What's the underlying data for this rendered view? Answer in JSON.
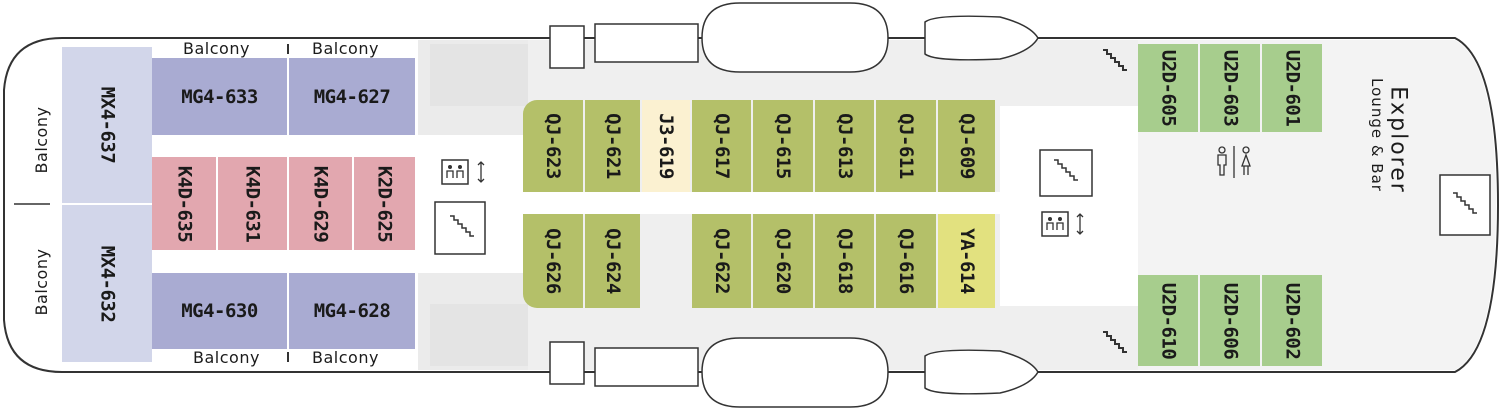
{
  "balcony_label": "Balcony",
  "explorer": {
    "title": "Explorer",
    "subtitle": "Lounge & Bar"
  },
  "colors": {
    "MG4": "#a9abd2",
    "MX4": "#d2d6ea",
    "K4D_K2D": "#e2a7af",
    "QJ": "#b4c069",
    "J3": "#fbf1d1",
    "YA": "#e2e17f",
    "U2D": "#a7cd8d"
  },
  "cabins": {
    "mx_637": "MX4-637",
    "mx_632": "MX4-632",
    "mg_633": "MG4-633",
    "mg_627": "MG4-627",
    "mg_630": "MG4-630",
    "mg_628": "MG4-628",
    "k_635": "K4D-635",
    "k_631": "K4D-631",
    "k_629": "K4D-629",
    "k_625": "K2D-625",
    "qj_623": "QJ-623",
    "qj_621": "QJ-621",
    "j3_619": "J3-619",
    "qj_617": "QJ-617",
    "qj_615": "QJ-615",
    "qj_613": "QJ-613",
    "qj_611": "QJ-611",
    "qj_609": "QJ-609",
    "qj_626": "QJ-626",
    "qj_624": "QJ-624",
    "qj_622": "QJ-622",
    "qj_620": "QJ-620",
    "qj_618": "QJ-618",
    "qj_616": "QJ-616",
    "ya_614": "YA-614",
    "u_605": "U2D-605",
    "u_603": "U2D-603",
    "u_601": "U2D-601",
    "u_610": "U2D-610",
    "u_606": "U2D-606",
    "u_602": "U2D-602"
  },
  "icons": [
    "elevator-icon",
    "stairs-icon",
    "restroom-icon",
    "lifeboat-icon",
    "tender-icon"
  ]
}
